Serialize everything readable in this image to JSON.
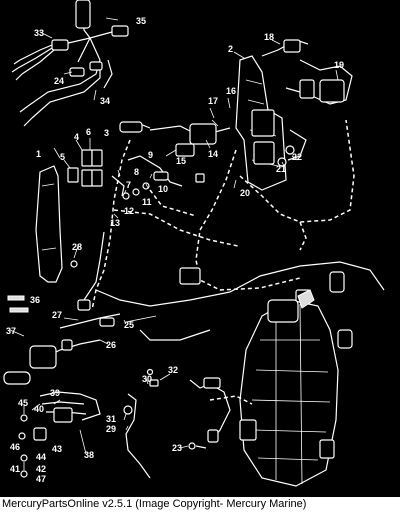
{
  "caption": "MercuryPartsOnline v2.5.1 (Image Copyright- Mercury Marine)",
  "callouts": [
    "1",
    "2",
    "3",
    "4",
    "5",
    "6",
    "7",
    "8",
    "9",
    "10",
    "11",
    "12",
    "13",
    "14",
    "15",
    "16",
    "17",
    "18",
    "19",
    "20",
    "21",
    "22",
    "23",
    "24",
    "25",
    "26",
    "27",
    "28",
    "29",
    "30",
    "31",
    "32",
    "33",
    "34",
    "35",
    "36",
    "37",
    "38",
    "39",
    "40",
    "41",
    "42",
    "43",
    "44",
    "45",
    "46",
    "47"
  ],
  "colors": {
    "background": "#000000",
    "line": "#ffffff",
    "caption_bar": "#ffffff",
    "caption_text": "#000000"
  }
}
